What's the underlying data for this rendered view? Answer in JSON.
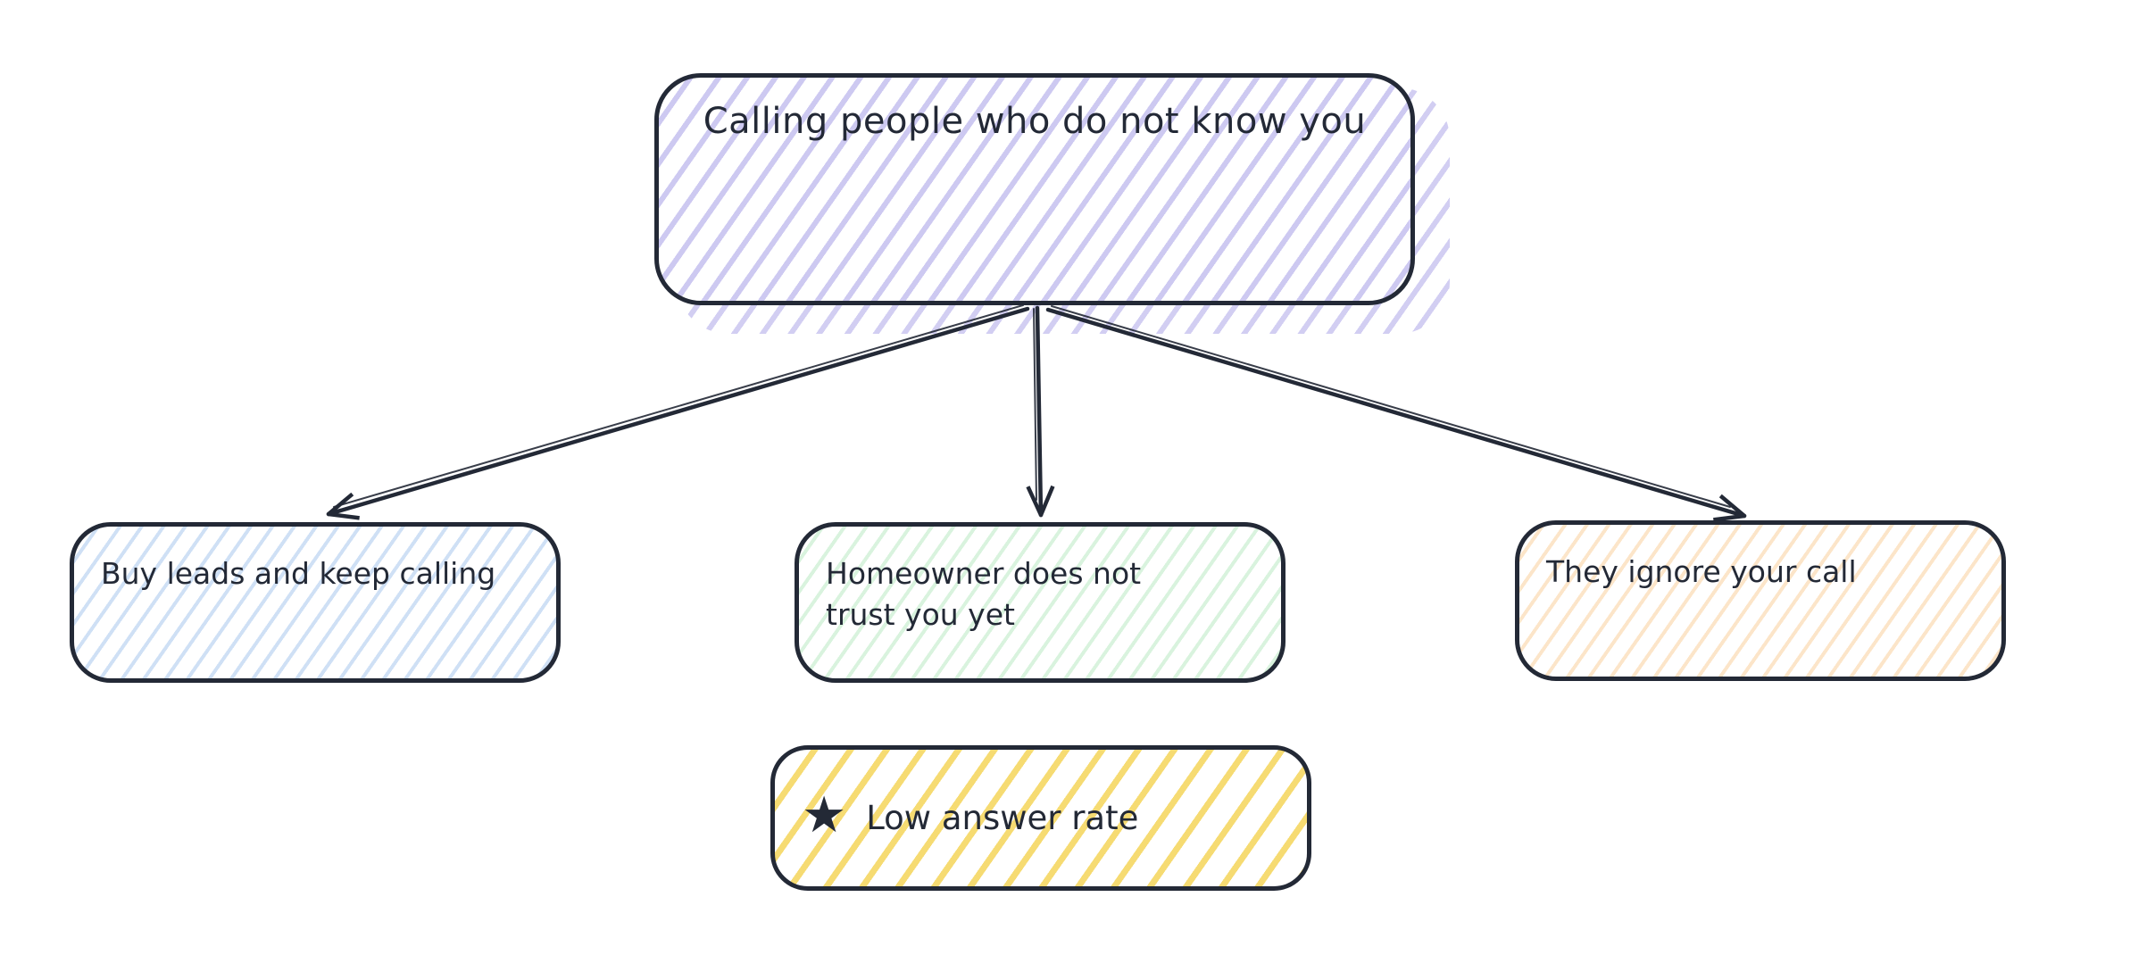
{
  "diagram": {
    "background": "#ffffff",
    "stroke_color": "#232936",
    "root": {
      "label": "Calling people who do not know you",
      "hatch_color": "#cdc9f1"
    },
    "children": [
      {
        "label": "Buy leads and keep calling",
        "hatch_color": "#cfe0f5"
      },
      {
        "lines": [
          "Homeowner does not",
          "trust you yet"
        ],
        "hatch_color": "#d9f3de"
      },
      {
        "label": "They ignore your call",
        "hatch_color": "#fce5c9"
      }
    ],
    "note": {
      "icon_glyph": "★",
      "label": "Low answer rate",
      "hatch_color": "#f6db72"
    }
  }
}
